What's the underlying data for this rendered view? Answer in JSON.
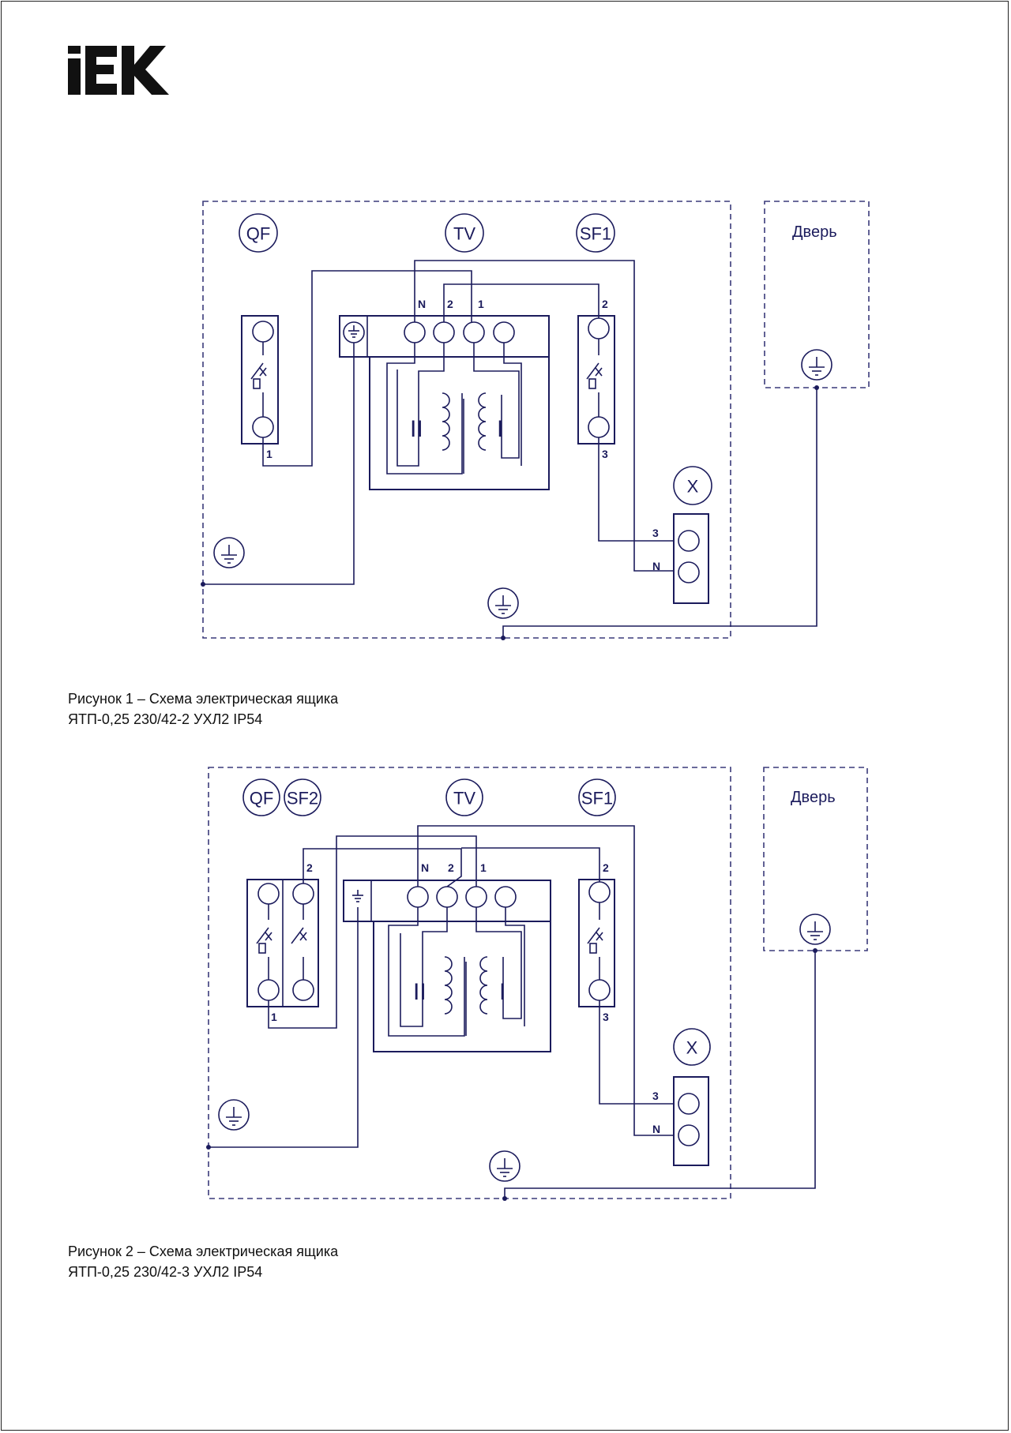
{
  "logo": {
    "text": "IEK"
  },
  "figure1": {
    "labels": {
      "qf": "QF",
      "tv": "TV",
      "sf1": "SF1",
      "x": "X",
      "door": "Дверь"
    },
    "wires": {
      "n_top": "N",
      "two_top": "2",
      "one_top": "1",
      "sf1_top": "2",
      "qf_bottom": "1",
      "sf1_bottom": "3",
      "x3": "3",
      "xn": "N"
    },
    "windings": {
      "secondary": "II",
      "primary": "I"
    },
    "caption_line1": "Рисунок 1 – Схема электрическая ящика",
    "caption_line2": "ЯТП-0,25 230/42-2 УХЛ2 IP54"
  },
  "figure2": {
    "labels": {
      "qf": "QF",
      "sf2": "SF2",
      "tv": "TV",
      "sf1": "SF1",
      "x": "X",
      "door": "Дверь"
    },
    "wires": {
      "n_top": "N",
      "two_top": "2",
      "one_top": "1",
      "sf2_top": "2",
      "sf1_top": "2",
      "qf_bottom": "1",
      "sf1_bottom": "3",
      "x3": "3",
      "xn": "N"
    },
    "windings": {
      "secondary": "II",
      "primary": "I"
    },
    "caption_line1": "Рисунок 2 – Схема электрическая ящика",
    "caption_line2": "ЯТП-0,25 230/42-3 УХЛ2 IP54"
  },
  "colors": {
    "wire": "#1b1b5c",
    "dash": "#3a3a7a"
  }
}
